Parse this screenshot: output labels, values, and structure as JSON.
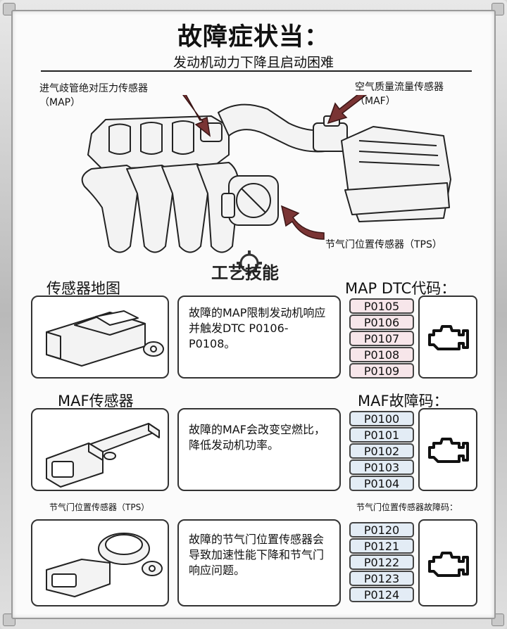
{
  "header": {
    "title": "故障症状当：",
    "subtitle": "发动机动力下降且启动困难"
  },
  "diagram_labels": {
    "map": "进气歧管绝对压力传感器（MAP）",
    "maf": "空气质量流量传感器（MAF）",
    "tps": "节气门位置传感器（TPS）"
  },
  "watermark": "工艺技能",
  "sections": {
    "map": {
      "heading": "传感器地图",
      "description": "故障的MAP限制发动机响应并触发DTC P0106-P0108。",
      "codes_heading": "MAP DTC代码：",
      "codes": [
        "P0105",
        "P0106",
        "P0107",
        "P0108",
        "P0109"
      ]
    },
    "maf": {
      "heading": "MAF传感器",
      "description": "故障的MAF会改变空燃比，降低发动机功率。",
      "codes_heading": "MAF故障码：",
      "codes": [
        "P0100",
        "P0101",
        "P0102",
        "P0103",
        "P0104"
      ]
    },
    "tps": {
      "heading": "节气门位置传感器（TPS）",
      "description": "故障的节气门位置传感器会导致加速性能下降和节气门响应问题。",
      "codes_heading": "节气门位置传感器故障码：",
      "codes": [
        "P0120",
        "P0121",
        "P0122",
        "P0123",
        "P0124"
      ]
    }
  },
  "colors": {
    "map_code_fill": "#f7e6ea",
    "maf_code_fill": "#e3ecf5",
    "arrow_fill": "#7a3434",
    "ink": "#111111"
  },
  "icons": {
    "engine_warning": "check-engine-icon",
    "sensor_map": "map-sensor-illustration",
    "sensor_maf": "maf-sensor-illustration",
    "sensor_tps": "tps-sensor-illustration"
  }
}
